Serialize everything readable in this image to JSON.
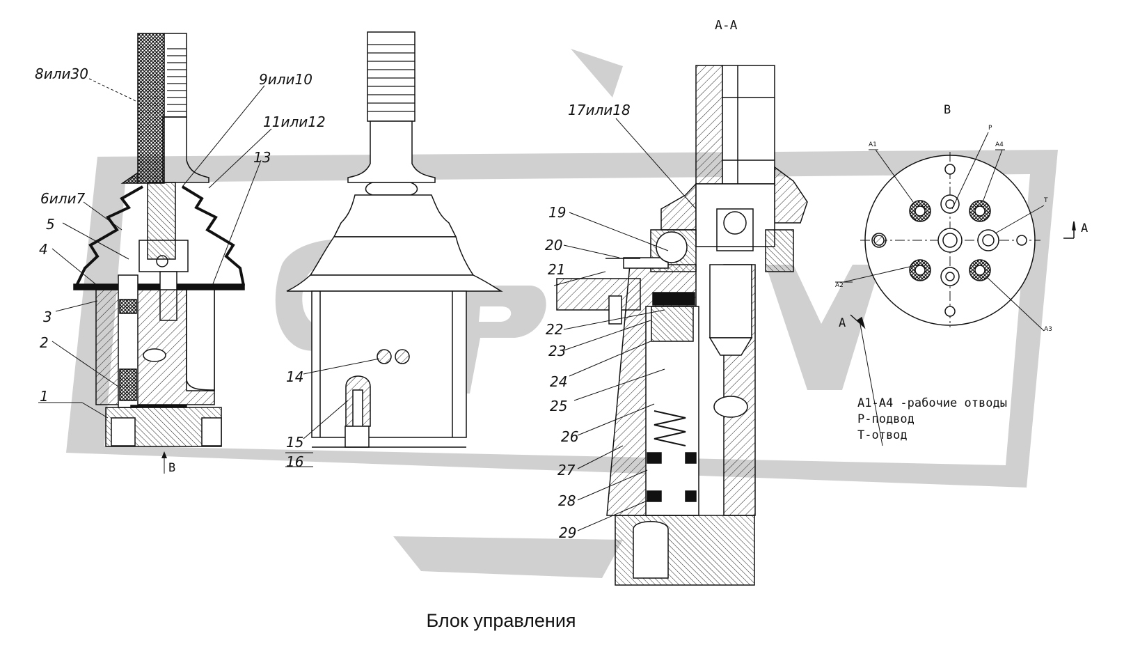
{
  "title": "Блок управления",
  "section_label": "А-А",
  "view_label": "В",
  "arrow_label_bottom": "В",
  "cut_label_right": "А",
  "cut_label_left": "А",
  "callouts": {
    "c8": "8или30",
    "c9": "9или10",
    "c11": "11или12",
    "c13": "13",
    "c6": "6или7",
    "c5": "5",
    "c4": "4",
    "c3": "3",
    "c2": "2",
    "c1": "1",
    "c14": "14",
    "c15": "15",
    "c16": "16",
    "c17": "17или18",
    "c19": "19",
    "c20": "20",
    "c21": "21",
    "c22": "22",
    "c23": "23",
    "c24": "24",
    "c25": "25",
    "c26": "26",
    "c27": "27",
    "c28": "28",
    "c29": "29"
  },
  "port_labels": {
    "a1": "A1",
    "a2": "A2",
    "a3": "A3",
    "a4": "A4",
    "p": "P",
    "t": "T"
  },
  "legend": {
    "line1": "A1-A4 -рабочие отводы",
    "line2": "P-подвод",
    "line3": "T-отвод"
  }
}
